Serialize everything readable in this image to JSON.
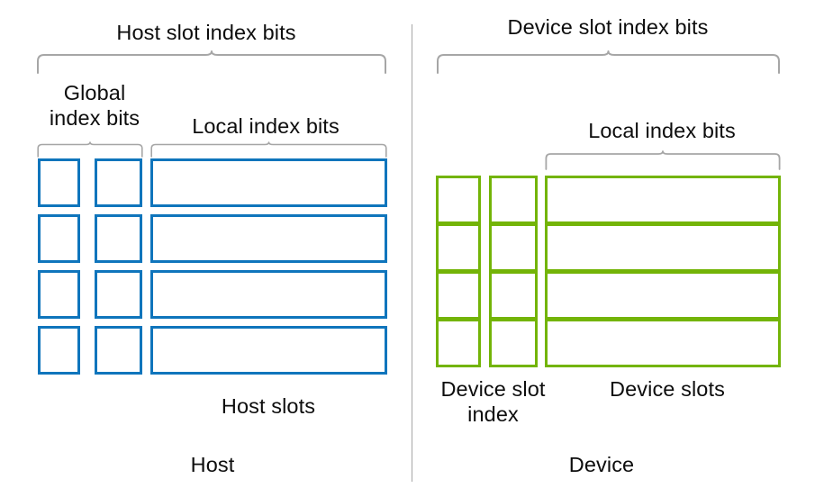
{
  "diagram": {
    "title": "Host and Device slot index bits",
    "background": "#ffffff",
    "colors": {
      "host_outline": "#0F75BC",
      "device_outline": "#73B407",
      "brace": "#A6A6A6",
      "divider": "#A6A6A6",
      "text": "#0D0D0D"
    }
  },
  "host": {
    "top_label": "Host slot index bits",
    "global_index_label": "Global\nindex bits",
    "local_index_label": "Local index bits",
    "slots_label": "Host slots",
    "panel_label": "Host",
    "row_count": 4,
    "columns": [
      "global-bit-cell-a",
      "global-bit-cell-b",
      "local-bits-cell"
    ]
  },
  "device": {
    "top_label": "Device slot index bits",
    "local_index_label": "Local index bits",
    "slot_index_label": "Device slot\nindex",
    "slots_label": "Device slots",
    "panel_label": "Device",
    "row_count": 4,
    "columns": [
      "device-slot-index-col-a",
      "device-slot-index-col-b",
      "device-slots-col"
    ]
  }
}
